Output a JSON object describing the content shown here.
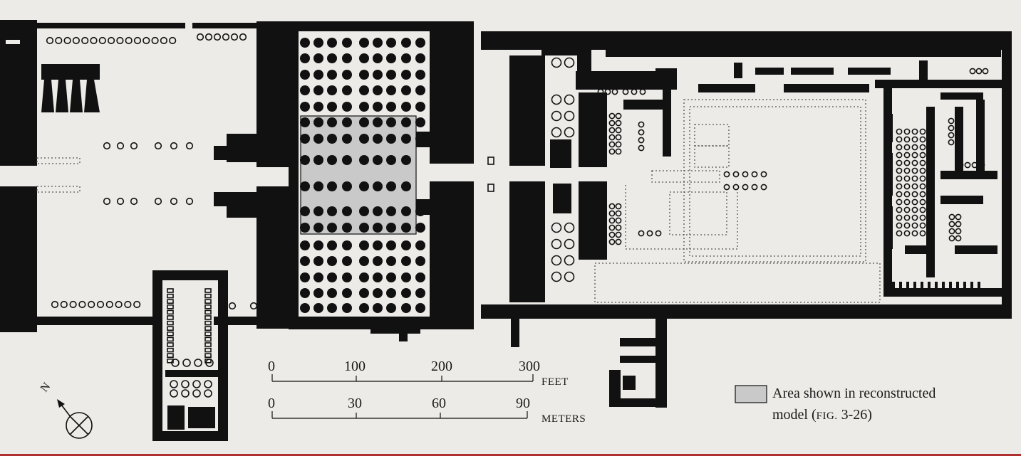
{
  "scale": {
    "feet": {
      "ticks": [
        "0",
        "100",
        "200",
        "300"
      ],
      "unit": "FEET"
    },
    "meters": {
      "ticks": [
        "0",
        "30",
        "60",
        "90"
      ],
      "unit": "METERS"
    }
  },
  "legend": {
    "line1": "Area shown in reconstructed",
    "line2_prefix": "model (",
    "line2_fig": "FIG.",
    "line2_num": " 3-26)",
    "swatch_color": "#c9c9c9"
  },
  "compass": {
    "letter": "N",
    "icon": "north-arrow-icon"
  },
  "colors": {
    "ink": "#111111",
    "paper": "#ecebe7",
    "highlight": "#c9c9c9"
  }
}
